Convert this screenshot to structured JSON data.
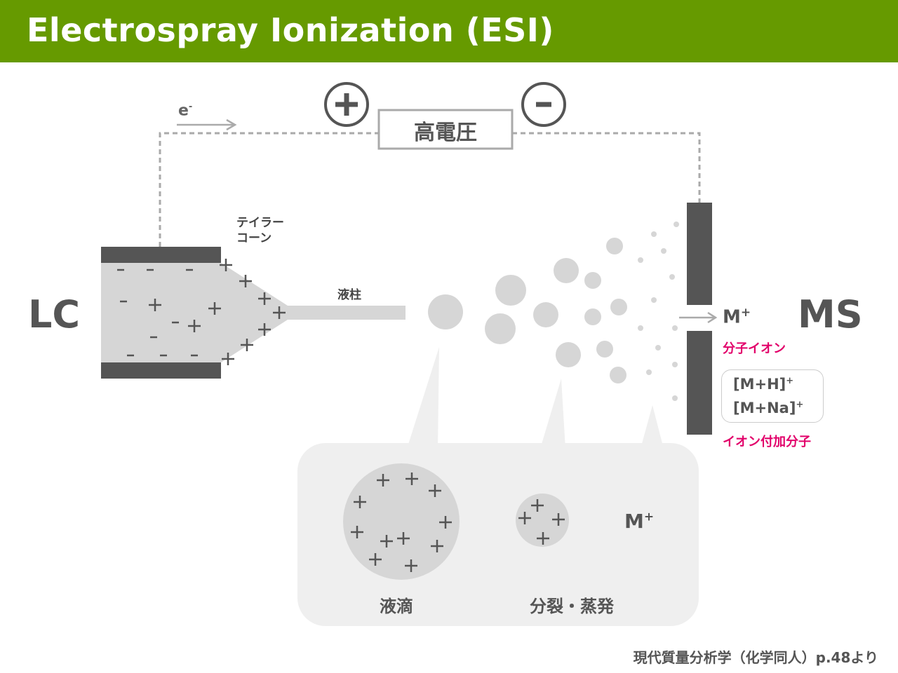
{
  "title": "Electrospray Ionization (ESI)",
  "electron_label": "e",
  "electron_sup": "-",
  "voltage_label": "高電圧",
  "positive_terminal_symbol": "+",
  "negative_terminal_symbol": "-",
  "taylor_cone_label_line1": "テイラー",
  "taylor_cone_label_line2": "コーン",
  "liquid_column_label": "液柱",
  "lc_label": "LC",
  "ms_label": "MS",
  "ion_label": "M",
  "ion_sup": "+",
  "molecular_ion_label": "分子イオン",
  "adduct_1": "[M+H]",
  "adduct_1_sup": "+",
  "adduct_2": "[M+Na]",
  "adduct_2_sup": "+",
  "adduct_ion_label": "イオン付加分子",
  "inset_droplet_label": "液滴",
  "inset_fission_label": "分裂・蒸発",
  "inset_ion_label": "M",
  "inset_ion_sup": "+",
  "source_citation": "現代質量分析学（化学同人）p.48より",
  "colors": {
    "header_green": "#669a00",
    "dark_grey": "#555555",
    "light_grey": "#d6d6d6",
    "panel_grey": "#efefef",
    "accent_pink": "#e2006a"
  }
}
